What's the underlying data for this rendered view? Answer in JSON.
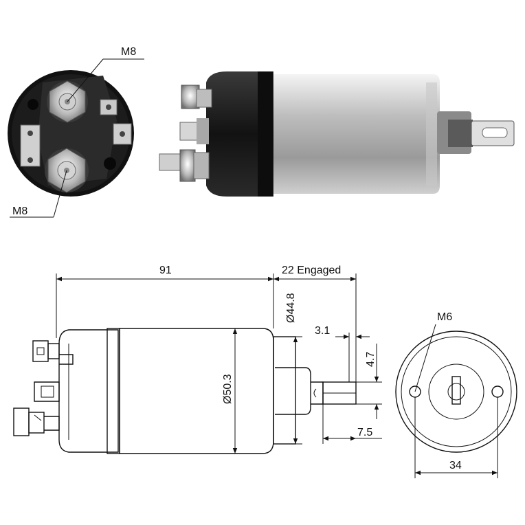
{
  "photo": {
    "end_view_labels": {
      "top": "M8",
      "bottom": "M8"
    }
  },
  "drawing": {
    "dims": {
      "length": "91",
      "stroke": "22 Engaged",
      "cap_diameter": "Ø44.8",
      "body_diameter": "Ø50.3",
      "slot_width": "3.1",
      "tab_height": "4.7",
      "tab_length": "7.5",
      "hole_spacing": "34",
      "mount_thread": "M6"
    }
  },
  "colors": {
    "ink": "#111111",
    "housing_dark": "#1a1a1a",
    "metal_light": "#d8d8d8",
    "metal_mid": "#9a9a9a"
  }
}
